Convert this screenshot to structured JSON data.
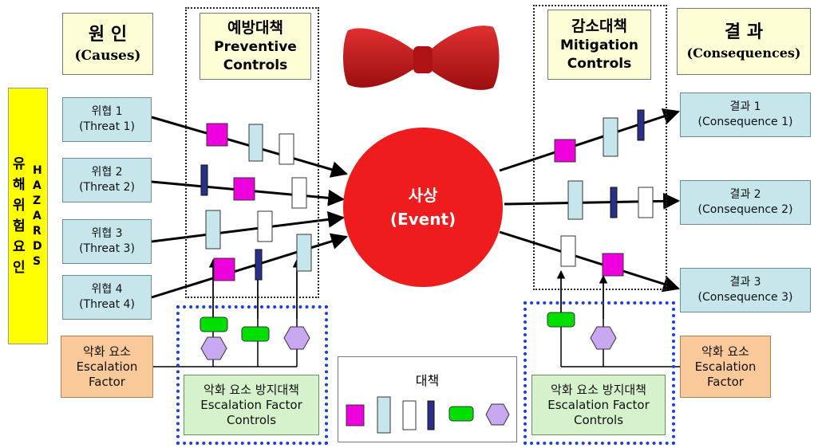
{
  "headers": {
    "causes_ko": "원 인",
    "causes_en": "(Causes)",
    "preventive_ko": "예방대책",
    "preventive_en1": "Preventive",
    "preventive_en2": "Controls",
    "mitigation_ko": "감소대책",
    "mitigation_en1": "Mitigation",
    "mitigation_en2": "Controls",
    "consequences_ko": "결 과",
    "consequences_en": "(Consequences)"
  },
  "hazards": {
    "ko": [
      "유",
      "해",
      "위",
      "험",
      "요",
      "인"
    ],
    "en": [
      "H",
      "A",
      "Z",
      "A",
      "R",
      "D",
      "S"
    ]
  },
  "threats": [
    {
      "ko": "위협 1",
      "en": "(Threat 1)"
    },
    {
      "ko": "위협 2",
      "en": "(Threat 2)"
    },
    {
      "ko": "위협 3",
      "en": "(Threat 3)"
    },
    {
      "ko": "위협 4",
      "en": "(Threat 4)"
    }
  ],
  "event": {
    "ko": "사상",
    "en": "(Event)"
  },
  "consequences": [
    {
      "ko": "결과 1",
      "en": "(Consequence 1)"
    },
    {
      "ko": "결과 2",
      "en": "(Consequence 2)"
    },
    {
      "ko": "결과 3",
      "en": "(Consequence 3)"
    }
  ],
  "escalation_factor": {
    "ko": "악화 요소",
    "en1": "Escalation",
    "en2": "Factor"
  },
  "escalation_factor_controls": {
    "ko": "악화 요소 방지대책",
    "en1": "Escalation Factor",
    "en2": "Controls"
  },
  "legend": {
    "title": "대책"
  },
  "colors": {
    "event": "#ee1c1c",
    "magenta_barrier": "#ee00dd",
    "lightblue_barrier": "#c6e6ec",
    "navy_barrier": "#2a2f88",
    "green_barrier": "#00e000",
    "lavender_hexagon": "#c8a8f0",
    "hazard_band": "#ffff00",
    "bowtie": "#c0171a"
  }
}
